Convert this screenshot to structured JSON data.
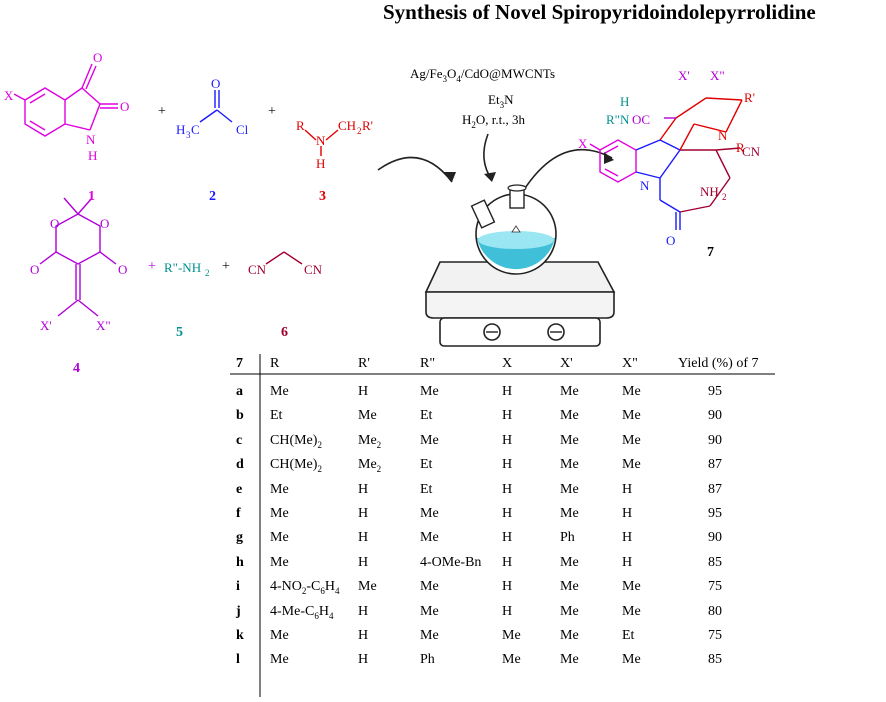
{
  "title": "Synthesis of Novel Spiropyridoindolepyrrolidine",
  "compounds": [
    {
      "id": "1",
      "color": "#e000e0",
      "name": "isatin"
    },
    {
      "id": "2",
      "color": "#1a1aff",
      "name": "acetyl chloride"
    },
    {
      "id": "3",
      "color": "#e00000",
      "name": "amine"
    },
    {
      "id": "4",
      "color": "#b000d8",
      "name": "Meldrum's acid alkylidene"
    },
    {
      "id": "5",
      "color": "#009090",
      "name": "amine"
    },
    {
      "id": "6",
      "color": "#a00030",
      "name": "malononitrile"
    },
    {
      "id": "7",
      "color": "#000000",
      "name": "product"
    }
  ],
  "conditions": {
    "catalyst": "Ag/Fe3O4/CdO@MWCNTs",
    "base": "Et3N",
    "solvent": "H2O, r.t., 3h"
  },
  "table": {
    "headers": [
      "7",
      "R",
      "R'",
      "R\"",
      "X",
      "X'",
      "X\"",
      "Yield (%) of 7"
    ],
    "rows": [
      [
        "a",
        "Me",
        "H",
        "Me",
        "H",
        "Me",
        "Me",
        "95"
      ],
      [
        "b",
        "Et",
        "Me",
        "Et",
        "H",
        "Me",
        "Me",
        "90"
      ],
      [
        "c",
        "CH(Me)2",
        "Me2",
        "Me",
        "H",
        "Me",
        "Me",
        "90"
      ],
      [
        "d",
        "CH(Me)2",
        "Me2",
        "Et",
        "H",
        "Me",
        "Me",
        "87"
      ],
      [
        "e",
        "Me",
        "H",
        "Et",
        "H",
        "Me",
        "H",
        "87"
      ],
      [
        "f",
        "Me",
        "H",
        "Me",
        "H",
        "Me",
        "H",
        "95"
      ],
      [
        "g",
        "Me",
        "H",
        "Me",
        "H",
        "Ph",
        "H",
        "90"
      ],
      [
        "h",
        "Me",
        "H",
        "4-OMe-Bn",
        "H",
        "Me",
        "H",
        "85"
      ],
      [
        "i",
        "4-NO2-C6H4",
        "Me",
        "Me",
        "H",
        "Me",
        "Me",
        "75"
      ],
      [
        "j",
        "4-Me-C6H4",
        "H",
        "Me",
        "H",
        "Me",
        "Me",
        "80"
      ],
      [
        "k",
        "Me",
        "H",
        "Me",
        "Me",
        "Me",
        "Et",
        "75"
      ],
      [
        "l",
        "Me",
        "H",
        "Ph",
        "Me",
        "Me",
        "Me",
        "85"
      ]
    ]
  }
}
